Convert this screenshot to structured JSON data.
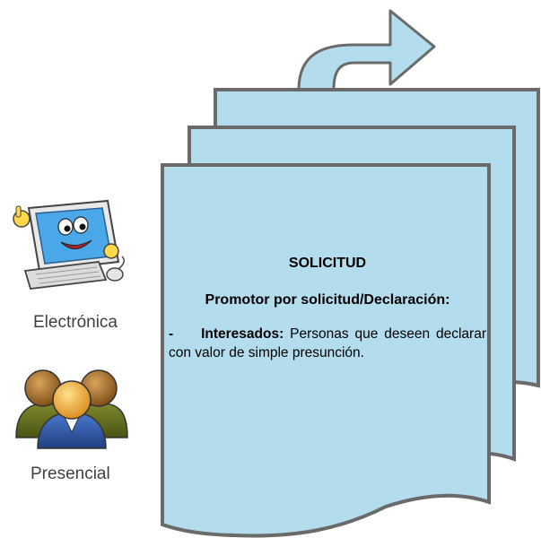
{
  "channels": {
    "electronic": {
      "label": "Electrónica",
      "icon": "computer-mascot-icon"
    },
    "in_person": {
      "label": "Presencial",
      "icon": "people-group-icon"
    }
  },
  "document": {
    "title": "SOLICITUD",
    "subtitle": "Promotor por solicitud/Declaración:",
    "bullet": "-",
    "body_term": "Interesados:",
    "body_text": "Personas que deseen declarar con valor de simple presunción."
  },
  "colors": {
    "sheet_fill": "#b3dced",
    "sheet_stroke": "#6a6a6a",
    "arrow_fill": "#b3dced",
    "label_text": "#404040"
  }
}
